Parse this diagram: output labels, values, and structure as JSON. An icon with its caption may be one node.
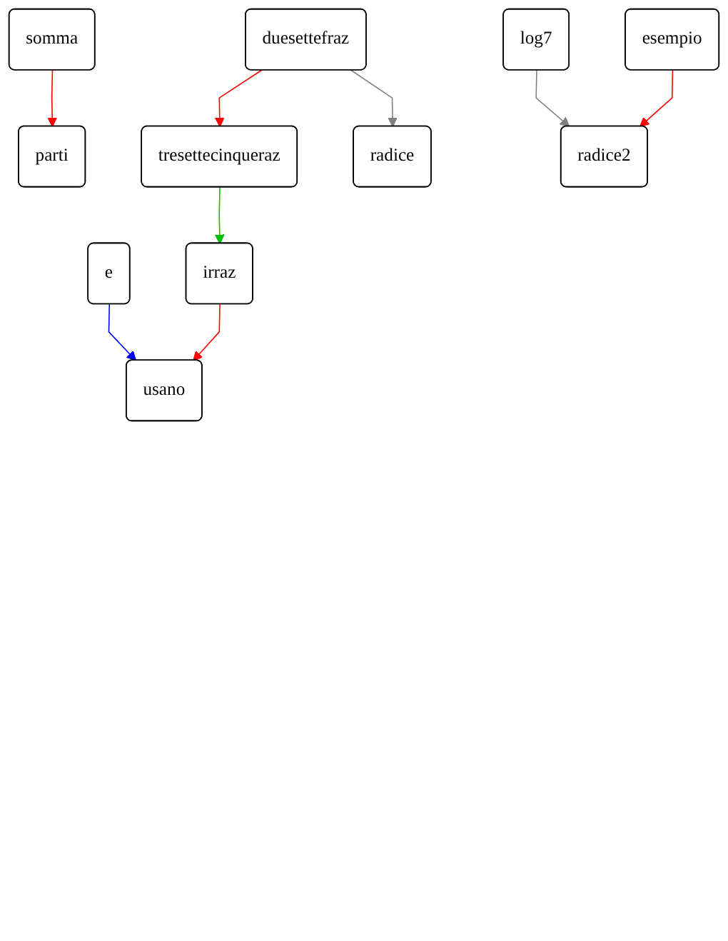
{
  "diagram": {
    "nodes": [
      {
        "text": [
          "somma"
        ]
      },
      {
        "text": [
          "duesettefraz"
        ]
      },
      {
        "text": [
          "log7"
        ]
      },
      {
        "text": [
          "esempio"
        ]
      },
      {
        "text": [
          "parti"
        ]
      },
      {
        "text": [
          "tresettecinqueraz"
        ]
      },
      {
        "text": [
          "radice"
        ]
      },
      {
        "text": [
          "radice2"
        ]
      },
      {
        "text": [
          "e"
        ]
      },
      {
        "text": [
          "irraz"
        ]
      },
      {
        "text": [
          "usano"
        ]
      }
    ],
    "edges": [
      {
        "from": 0,
        "to": 4,
        "arrow": "to",
        "color": "#ff0000"
      },
      {
        "from": 1,
        "to": 5,
        "arrow": "to",
        "color": "#ff0000"
      },
      {
        "from": 1,
        "to": 6,
        "arrow": "to",
        "color": "#808080"
      },
      {
        "from": 2,
        "to": 7,
        "arrow": "to",
        "color": "#808080"
      },
      {
        "from": 3,
        "to": 7,
        "arrow": "to",
        "color": "#ff0000"
      },
      {
        "from": 5,
        "to": 9,
        "arrow": "to",
        "color": "#00c000"
      },
      {
        "from": 8,
        "to": 10,
        "arrow": "to",
        "color": "#0000ff"
      },
      {
        "from": 9,
        "to": 10,
        "arrow": "to",
        "color": "#ff0000"
      }
    ]
  }
}
